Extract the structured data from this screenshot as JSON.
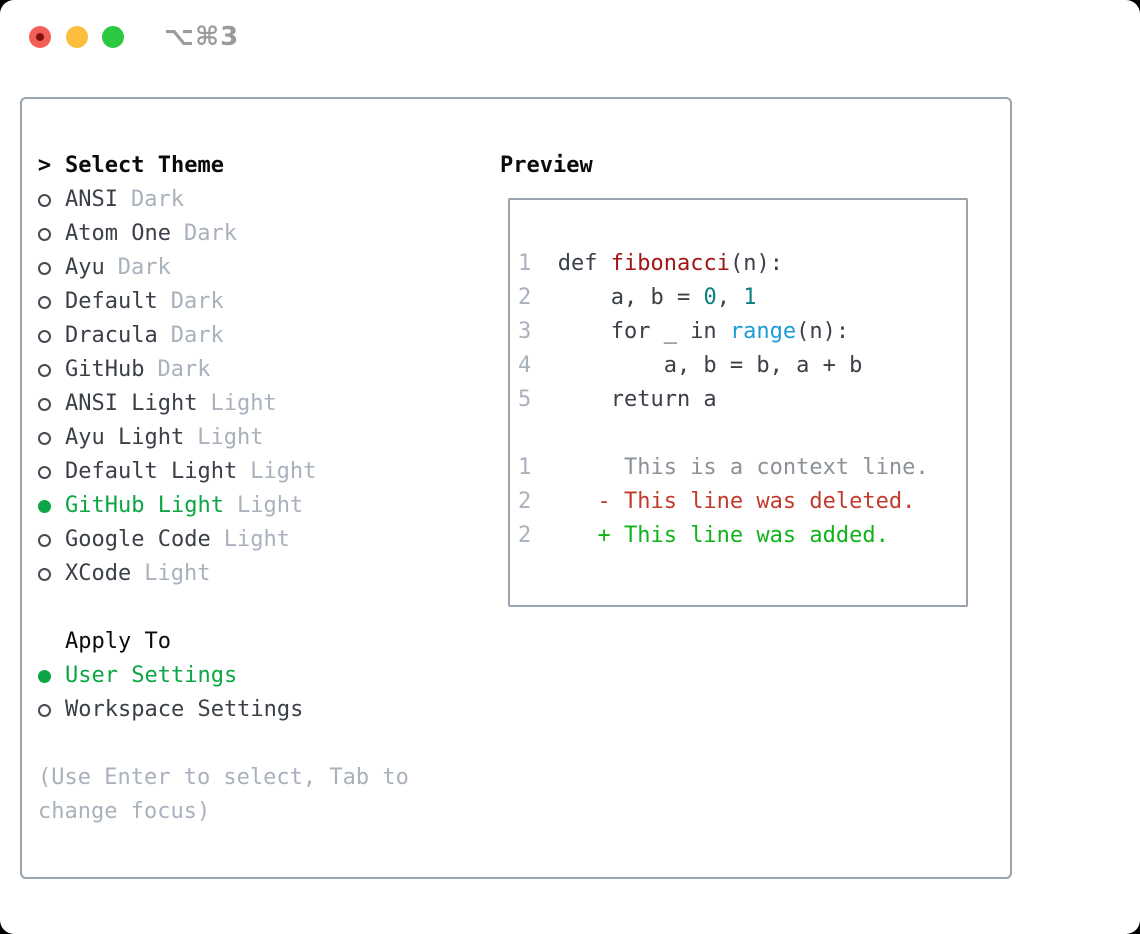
{
  "window": {
    "title": "⌥⌘3"
  },
  "colors": {
    "traffic_red": "#f15f57",
    "traffic_red_dot": "#7e120b",
    "traffic_yellow": "#fcbe3c",
    "traffic_green": "#2bc840",
    "panel_border": "#9aa2ad",
    "text_dark": "#3b4048",
    "text_muted": "#a8b1bc",
    "selected_green": "#0ca644",
    "function_red": "#a31515",
    "number_teal": "#0d7e7e",
    "builtin_blue": "#1b9cd6",
    "diff_context_gray": "#8b9198",
    "diff_deleted_red": "#c23a2b",
    "diff_added_green": "#10b31c"
  },
  "theme_picker": {
    "header_marker": ">",
    "header": "Select Theme",
    "items": [
      {
        "name": "ANSI",
        "tag": "Dark",
        "selected": false
      },
      {
        "name": "Atom One",
        "tag": "Dark",
        "selected": false
      },
      {
        "name": "Ayu",
        "tag": "Dark",
        "selected": false
      },
      {
        "name": "Default",
        "tag": "Dark",
        "selected": false
      },
      {
        "name": "Dracula",
        "tag": "Dark",
        "selected": false
      },
      {
        "name": "GitHub",
        "tag": "Dark",
        "selected": false
      },
      {
        "name": "ANSI Light",
        "tag": "Light",
        "selected": false
      },
      {
        "name": "Ayu Light",
        "tag": "Light",
        "selected": false
      },
      {
        "name": "Default Light",
        "tag": "Light",
        "selected": false
      },
      {
        "name": "GitHub Light",
        "tag": "Light",
        "selected": true
      },
      {
        "name": "Google Code",
        "tag": "Light",
        "selected": false
      },
      {
        "name": "XCode",
        "tag": "Light",
        "selected": false
      }
    ]
  },
  "apply_to": {
    "header": "Apply To",
    "options": [
      {
        "name": "User Settings",
        "selected": true
      },
      {
        "name": "Workspace Settings",
        "selected": false
      }
    ]
  },
  "hint_lines": [
    "(Use Enter to select, Tab to",
    "change focus)"
  ],
  "preview": {
    "header": "Preview",
    "lines": [
      {
        "segs": [
          [
            "ln",
            "1"
          ],
          [
            "code",
            "  def "
          ],
          [
            "fn",
            "fibonacci"
          ],
          [
            "code",
            "(n):"
          ]
        ]
      },
      {
        "segs": [
          [
            "ln",
            "2"
          ],
          [
            "code",
            "      a, b = "
          ],
          [
            "num",
            "0"
          ],
          [
            "code",
            ", "
          ],
          [
            "num",
            "1"
          ]
        ]
      },
      {
        "segs": [
          [
            "ln",
            "3"
          ],
          [
            "code",
            "      for _ in "
          ],
          [
            "bi",
            "range"
          ],
          [
            "code",
            "(n):"
          ]
        ]
      },
      {
        "segs": [
          [
            "ln",
            "4"
          ],
          [
            "code",
            "          a, b = b, a + b"
          ]
        ]
      },
      {
        "segs": [
          [
            "ln",
            "5"
          ],
          [
            "code",
            "      return a"
          ]
        ]
      },
      {
        "segs": []
      },
      {
        "segs": [
          [
            "ln",
            "1"
          ],
          [
            "ctx",
            "       This is a context line."
          ]
        ]
      },
      {
        "segs": [
          [
            "ln",
            "2"
          ],
          [
            "del",
            "     - This line was deleted."
          ]
        ]
      },
      {
        "segs": [
          [
            "ln",
            "2"
          ],
          [
            "add",
            "     + This line was added."
          ]
        ]
      }
    ]
  }
}
